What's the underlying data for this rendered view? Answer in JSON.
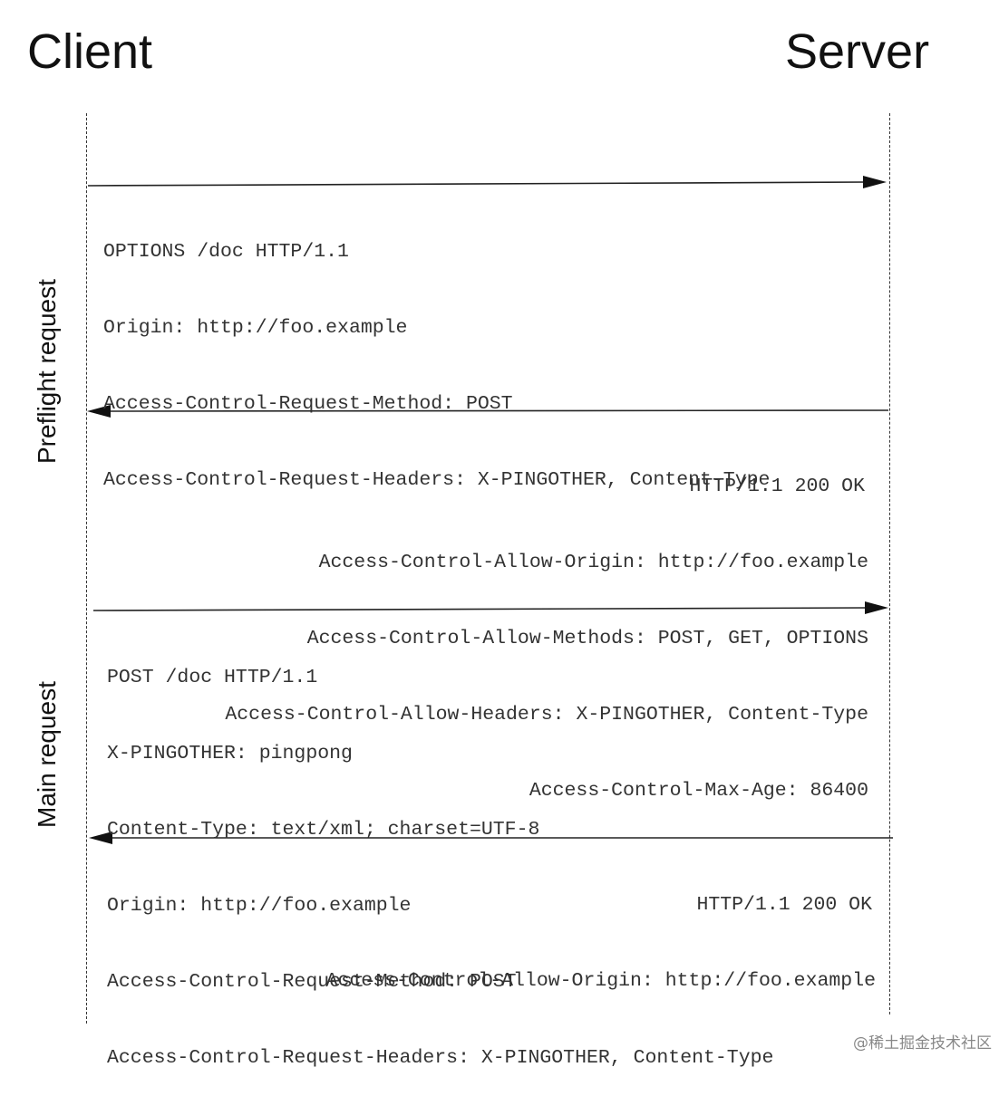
{
  "header": {
    "client_label": "Client",
    "server_label": "Server"
  },
  "phases": {
    "preflight_label": "Preflight request",
    "main_label": "Main request"
  },
  "messages": {
    "preflight_request": [
      "OPTIONS /doc HTTP/1.1",
      "Origin: http://foo.example",
      "Access-Control-Request-Method: POST",
      "Access-Control-Request-Headers: X-PINGOTHER, Content-Type"
    ],
    "preflight_response": [
      "HTTP/1.1 200 OK",
      "Access-Control-Allow-Origin: http://foo.example",
      "Access-Control-Allow-Methods: POST, GET, OPTIONS",
      "Access-Control-Allow-Headers: X-PINGOTHER, Content-Type",
      "Access-Control-Max-Age: 86400"
    ],
    "main_request": [
      "POST /doc HTTP/1.1",
      "X-PINGOTHER: pingpong",
      "Content-Type: text/xml; charset=UTF-8",
      "Origin: http://foo.example",
      "Access-Control-Request-Method: POST",
      "Access-Control-Request-Headers: X-PINGOTHER, Content-Type"
    ],
    "main_response": [
      "HTTP/1.1 200 OK",
      "Access-Control-Allow-Origin: http://foo.example"
    ]
  },
  "watermark": "@稀土掘金技术社区"
}
